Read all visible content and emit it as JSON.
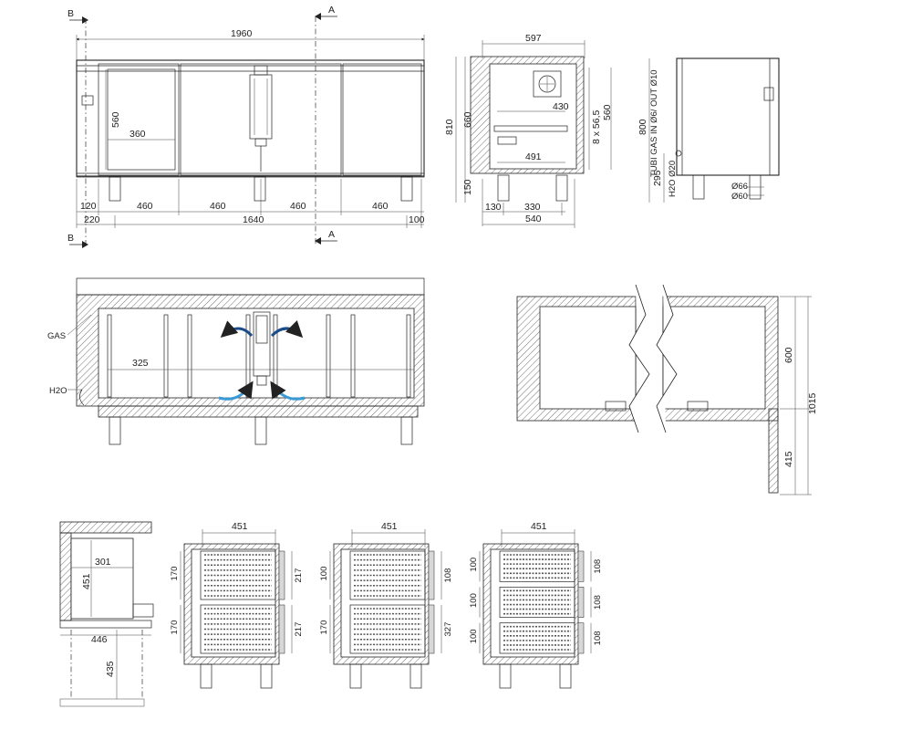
{
  "top_view": {
    "section_b": "B",
    "section_a": "A",
    "overall_width": "1960",
    "door_height": "560",
    "shelf_width": "360",
    "left_offset": "120",
    "pitch": [
      "460",
      "460",
      "460",
      "460"
    ],
    "left_margin": "220",
    "center_span": "1640",
    "right_margin": "100"
  },
  "side_view": {
    "width": "597",
    "total_height": "810",
    "cabinet_height": "660",
    "leg_height": "150",
    "inner_width": "430",
    "inner_depth": "491",
    "rails": "8 x 56,5",
    "rail_span": "560",
    "leg_offset": "130",
    "leg_span": "330",
    "base_depth": "540"
  },
  "back_view": {
    "height": "800",
    "gas_label": "TUBI GAS IN Ø6/ OUT Ø10",
    "water_height": "295",
    "water_label": "H2O Ø20",
    "pipe_large": "Ø66",
    "pipe_small": "Ø60"
  },
  "section_view": {
    "gas_label": "GAS",
    "water_label": "H2O",
    "shelf_depth": "325"
  },
  "side_section": {
    "cabinet_height": "600",
    "total_height": "1015",
    "leg_height": "415"
  },
  "drawer_detail": {
    "inner_width": "301",
    "inner_height": "451",
    "outer_width": "446",
    "leg_height": "435"
  },
  "drawer_layouts": [
    {
      "width": "451",
      "left": [
        "170",
        "170"
      ],
      "right": [
        "217",
        "217"
      ]
    },
    {
      "width": "451",
      "left": [
        "100",
        "170"
      ],
      "right": [
        "108",
        "327"
      ]
    },
    {
      "width": "451",
      "left": [
        "100",
        "100",
        "100"
      ],
      "right": [
        "108",
        "108",
        "108"
      ]
    }
  ]
}
